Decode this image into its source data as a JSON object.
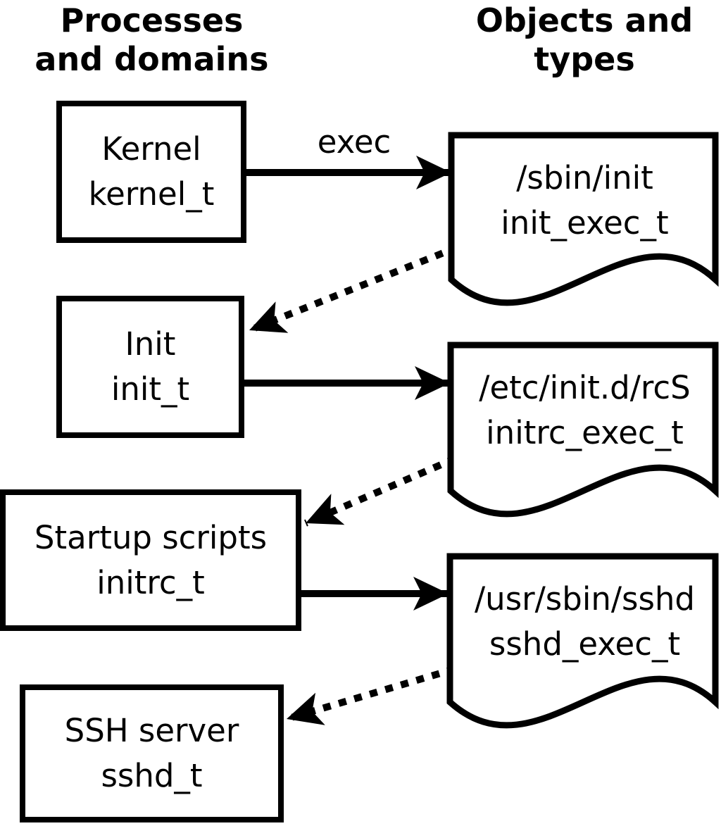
{
  "headers": {
    "left": "Processes\nand domains",
    "right": "Objects and\ntypes"
  },
  "arrow_labels": {
    "exec": "exec"
  },
  "processes": [
    {
      "name": "Kernel",
      "type": "kernel_t"
    },
    {
      "name": "Init",
      "type": "init_t"
    },
    {
      "name": "Startup scripts",
      "type": "initrc_t"
    },
    {
      "name": "SSH server",
      "type": "sshd_t"
    }
  ],
  "objects": [
    {
      "path": "/sbin/init",
      "type": "init_exec_t"
    },
    {
      "path": "/etc/init.d/rcS",
      "type": "initrc_exec_t"
    },
    {
      "path": "/usr/sbin/sshd",
      "type": "sshd_exec_t"
    }
  ],
  "edges": [
    {
      "from": "kernel_t",
      "to": "/sbin/init",
      "style": "solid",
      "label": "exec"
    },
    {
      "from": "/sbin/init",
      "to": "init_t",
      "style": "dotted",
      "label": ""
    },
    {
      "from": "init_t",
      "to": "/etc/init.d/rcS",
      "style": "solid",
      "label": ""
    },
    {
      "from": "/etc/init.d/rcS",
      "to": "initrc_t",
      "style": "dotted",
      "label": ""
    },
    {
      "from": "initrc_t",
      "to": "/usr/sbin/sshd",
      "style": "solid",
      "label": ""
    },
    {
      "from": "/usr/sbin/sshd",
      "to": "sshd_t",
      "style": "dotted",
      "label": ""
    }
  ],
  "colors": {
    "ink": "#000000",
    "background": "#ffffff"
  }
}
